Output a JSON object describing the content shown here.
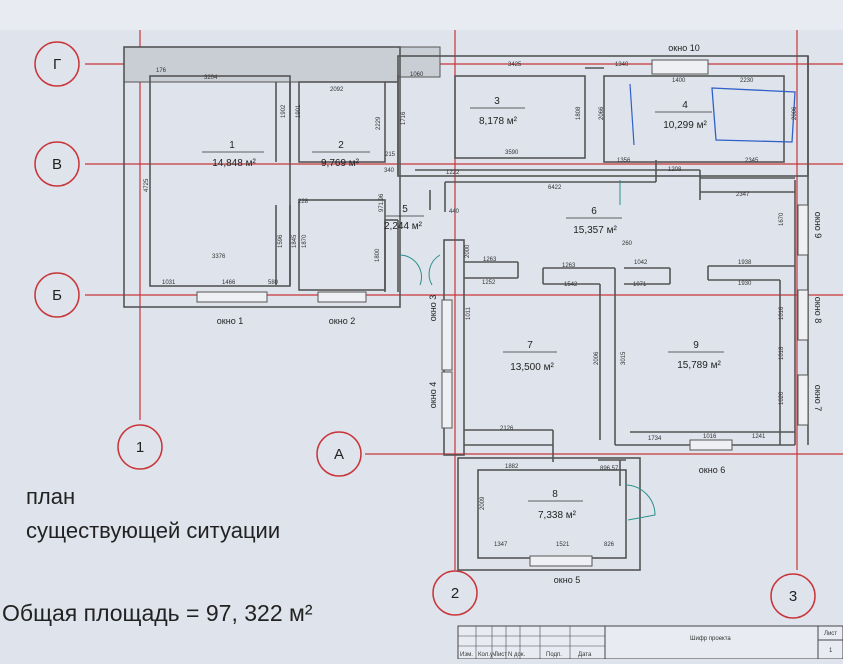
{
  "grid_axes": {
    "rows": [
      "Г",
      "В",
      "Б",
      "А"
    ],
    "columns": [
      "1",
      "2",
      "3"
    ]
  },
  "rooms": [
    {
      "number": "1",
      "area": "14,848 м²"
    },
    {
      "number": "2",
      "area": "9,769 м²"
    },
    {
      "number": "3",
      "area": "8,178 м²"
    },
    {
      "number": "4",
      "area": "10,299 м²"
    },
    {
      "number": "5",
      "area": "2,244 м²"
    },
    {
      "number": "6",
      "area": "15,357 м²"
    },
    {
      "number": "7",
      "area": "13,500 м²"
    },
    {
      "number": "8",
      "area": "7,338 м²"
    },
    {
      "number": "9",
      "area": "15,789 м²"
    }
  ],
  "windows": [
    "окно 1",
    "окно 2",
    "окно 3",
    "окно 4",
    "окно 5",
    "окно 6",
    "окно 7",
    "окно 8",
    "окно 9",
    "окно 10"
  ],
  "dimensions": [
    "176",
    "3204",
    "1060",
    "3425",
    "1340",
    "1400",
    "2230",
    "2092",
    "1902",
    "1901",
    "2229",
    "1716",
    "1808",
    "2066",
    "2006",
    "4725",
    "215",
    "3590",
    "1356",
    "1208",
    "2345",
    "340",
    "1222",
    "6422",
    "971.96",
    "440",
    "2347",
    "228",
    "1596",
    "1845",
    "1870",
    "1670",
    "1800",
    "2000",
    "1263",
    "1263",
    "260",
    "1042",
    "1938",
    "1252",
    "1542",
    "1071",
    "1930",
    "3376",
    "1031",
    "1466",
    "580",
    "1011",
    "2006",
    "3015",
    "1016",
    "1018",
    "1020",
    "2126",
    "1734",
    "1016",
    "1241",
    "1882",
    "896.57",
    "2009",
    "1347",
    "1521",
    "826"
  ],
  "title_line1": "план",
  "title_line2": "существующей ситуации",
  "total_area": "Общая площадь = 97, 322 м²",
  "stamp": {
    "title": "Шифр проекта",
    "sheet_label": "Лист",
    "sheet_number": "1",
    "columns": [
      "Изм.",
      "Кол.уч",
      "Лист",
      "N док.",
      "Подп.",
      "Дата"
    ]
  }
}
